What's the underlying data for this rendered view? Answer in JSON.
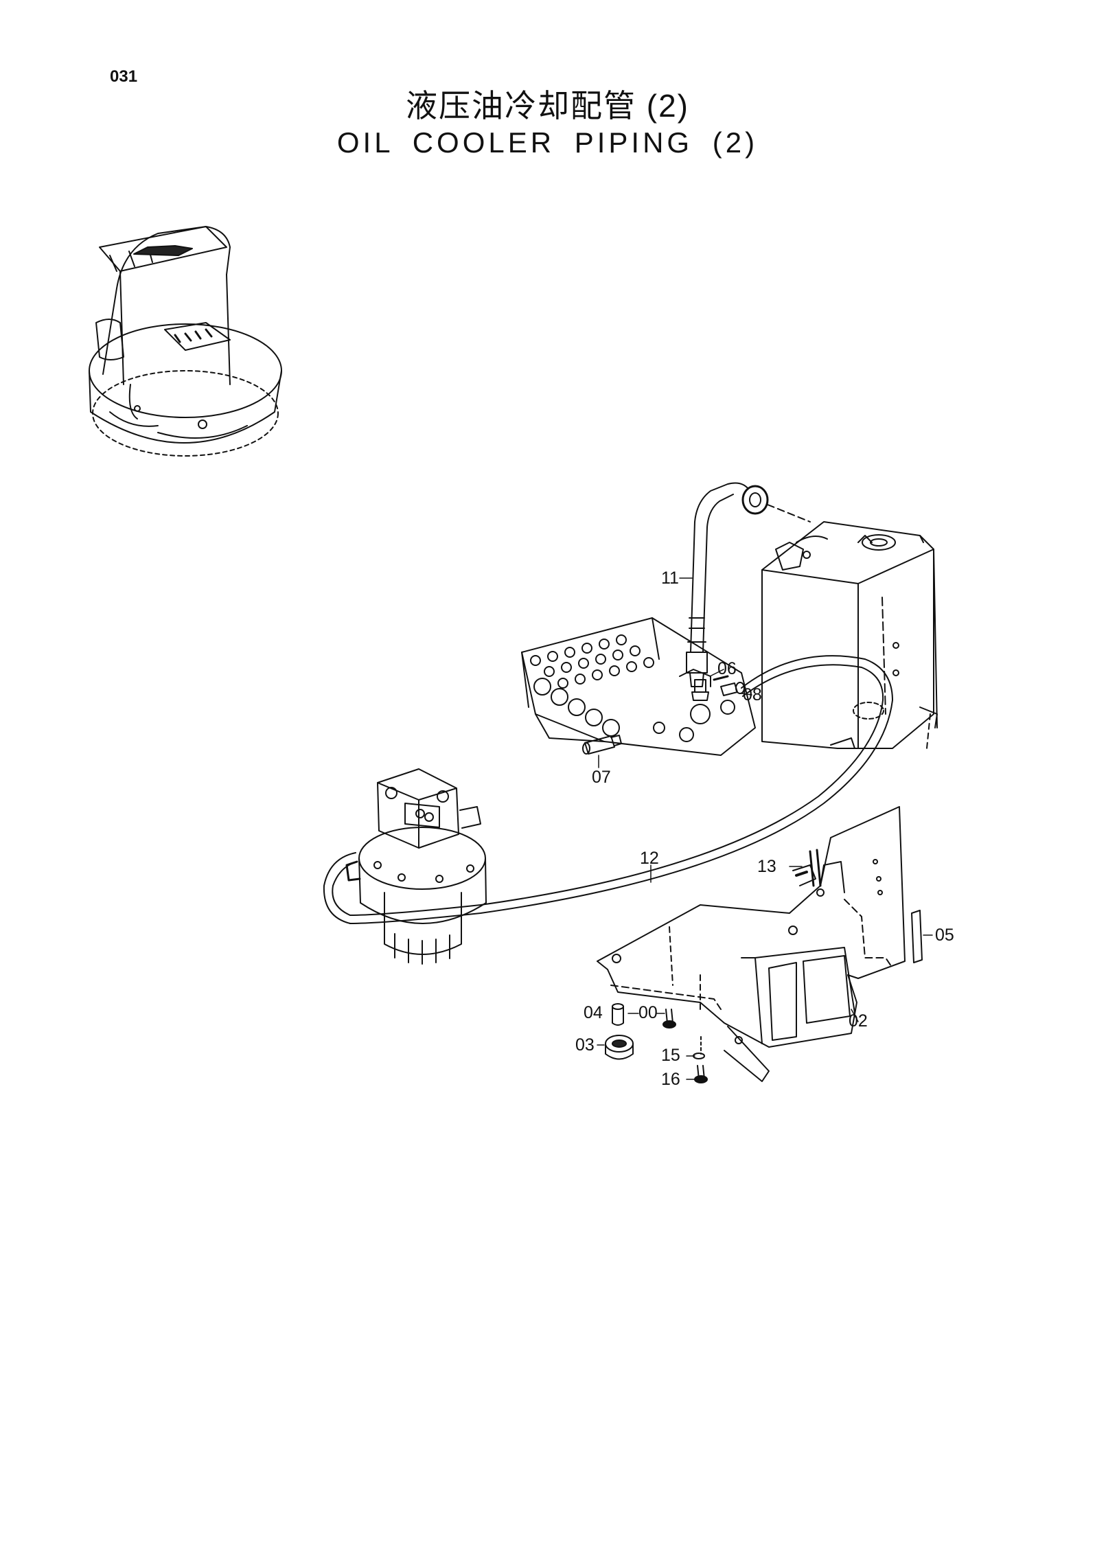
{
  "page_number": "031",
  "title_cn": "液压油冷却配管 (2)",
  "title_en": "OIL COOLER PIPING (2)",
  "callouts": {
    "c11": "11",
    "c06": "06",
    "c08": "08",
    "c07": "07",
    "c12": "12",
    "c13": "13",
    "c05": "05",
    "c04": "04",
    "c00": "00",
    "c02": "02",
    "c03": "03",
    "c15": "15",
    "c16": "16"
  }
}
